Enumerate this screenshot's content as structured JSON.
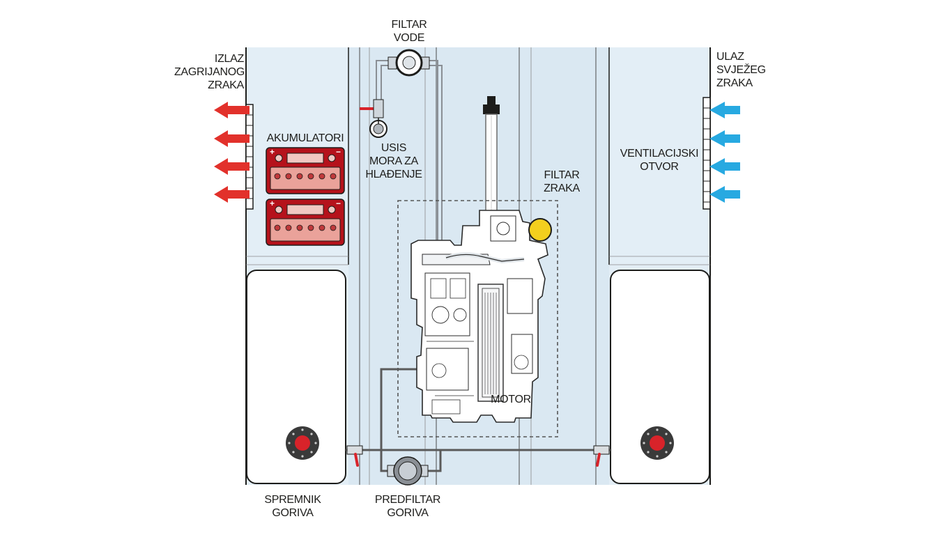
{
  "labels": {
    "water_filter": [
      "FILTAR",
      "VODE"
    ],
    "hot_air_outlet": [
      "IZLAZ",
      "ZAGRIJANOG",
      "ZRAKA"
    ],
    "fresh_air_inlet": [
      "ULAZ",
      "SVJEŽEG",
      "ZRAKA"
    ],
    "batteries": [
      "AKUMULATORI"
    ],
    "cooling_intake": [
      "USIS",
      "MORA ZA",
      "HLAĐENJE"
    ],
    "air_filter": [
      "FILTAR",
      "ZRAKA"
    ],
    "vent": [
      "VENTILACIJSKI",
      "OTVOR"
    ],
    "engine": [
      "MOTOR"
    ],
    "fuel_tank": [
      "SPREMNIK",
      "GORIVA"
    ],
    "fuel_prefilter": [
      "PREDFILTAR",
      "GORIVA"
    ]
  },
  "battery_symbols": {
    "plus": "+",
    "minus": "−"
  },
  "colors": {
    "hull": "#e3eef6",
    "hull_line": "#1d1d1b",
    "hot_arrow": "#e2312b",
    "cold_arrow": "#27a9e1",
    "battery": "#b5121b",
    "battery_face": "#eaa29a",
    "air_filter": "#f3cf1e",
    "valve": "#d8232a",
    "fuel_line": "#5a5a5a"
  }
}
